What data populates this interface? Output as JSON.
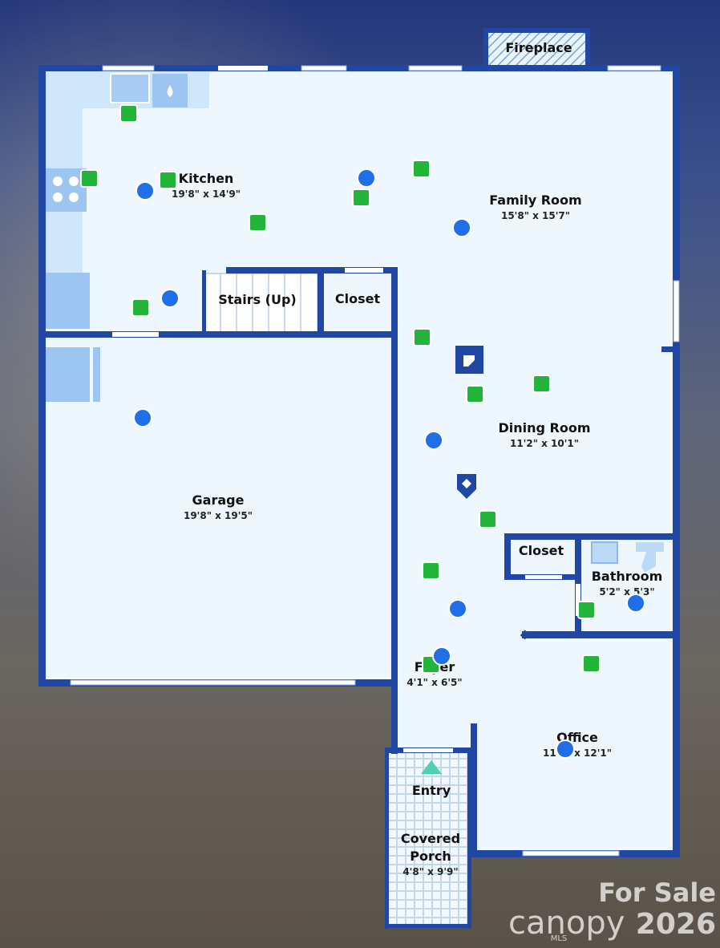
{
  "rooms": {
    "fireplace": {
      "name": "Fireplace"
    },
    "kitchen": {
      "name": "Kitchen",
      "dims": "19'8\" x 14'9\""
    },
    "family_room": {
      "name": "Family Room",
      "dims": "15'8\" x 15'7\""
    },
    "stairs": {
      "name": "Stairs (Up)"
    },
    "closet_upper": {
      "name": "Closet"
    },
    "garage": {
      "name": "Garage",
      "dims": "19'8\" x 19'5\""
    },
    "dining_room": {
      "name": "Dining Room",
      "dims": "11'2\" x 10'1\""
    },
    "closet_lower": {
      "name": "Closet"
    },
    "bathroom": {
      "name": "Bathroom",
      "dims": "5'2\" x 5'3\""
    },
    "foyer": {
      "name": "Foyer",
      "dims": "4'1\" x 6'5\""
    },
    "office": {
      "name": "Office",
      "dims": "11'8\" x 12'1\""
    },
    "entry": {
      "name": "Entry"
    },
    "covered_porch": {
      "name_line1": "Covered",
      "name_line2": "Porch",
      "dims": "4'8\" x 9'9\""
    }
  },
  "watermark": {
    "tag": "For Sale",
    "brand": "canopy",
    "sub": "MLS",
    "year": "2026"
  },
  "colors": {
    "wall": "#1f47a3",
    "floor": "#eef7fe",
    "camera_marker": "#22b53a",
    "panorama_marker": "#1f6fe8",
    "entry_marker": "#4fd0b0"
  }
}
